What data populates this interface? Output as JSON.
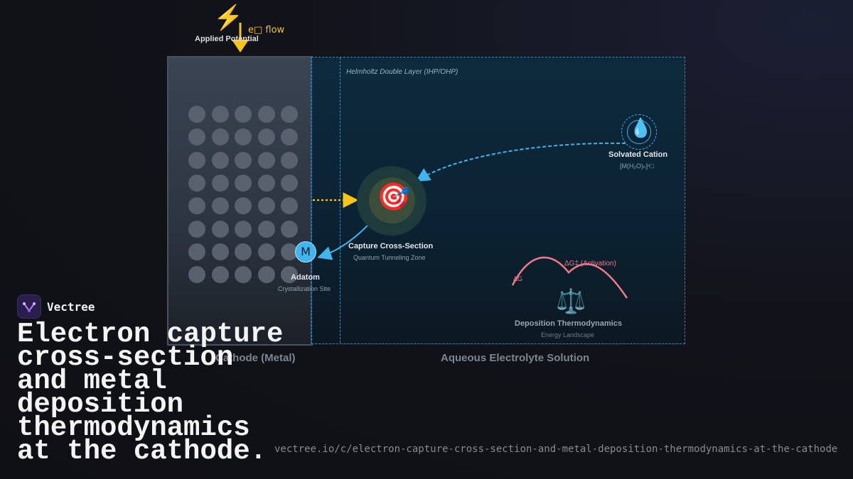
{
  "diagram": {
    "potential": {
      "icon": "lightning-bolt-icon",
      "flow_label": "e□ flow",
      "label": "Applied Potential"
    },
    "regions": {
      "cathode": "Cathode (Metal)",
      "electrolyte": "Aqueous Electrolyte Solution",
      "double_layer": "Helmholtz Double Layer (IHP/OHP)"
    },
    "nodes": {
      "capture": {
        "title": "Capture Cross-Section",
        "subtitle": "Quantum Tunneling Zone",
        "icon": "target-icon"
      },
      "adatom": {
        "symbol": "M",
        "title": "Adatom",
        "subtitle": "Crystallization Site"
      },
      "cation": {
        "title": "Solvated Cation",
        "subtitle": "[M(H₂O)ₙ]ⁿ□",
        "icon": "water-drop-icon"
      },
      "thermo": {
        "title": "Deposition Thermodynamics",
        "subtitle": "Energy Landscape",
        "icon": "balance-scale-icon"
      }
    },
    "energy_curve": {
      "activation_label": "ΔG‡ (Activation)",
      "dg_label": "ΔG"
    },
    "colors": {
      "electron": "#f5c518",
      "ion_path": "#3fb6ee",
      "energy": "#f07a8a",
      "boundary": "#2a8cc4"
    }
  },
  "brand": {
    "name": "Vectree",
    "logo_icon": "vectree-logo-icon"
  },
  "headline": "Electron capture cross-section and metal deposition thermodynamics at the cathode.",
  "url": "vectree.io/c/electron-capture-cross-section-and-metal-deposition-thermodynamics-at-the-cathode"
}
